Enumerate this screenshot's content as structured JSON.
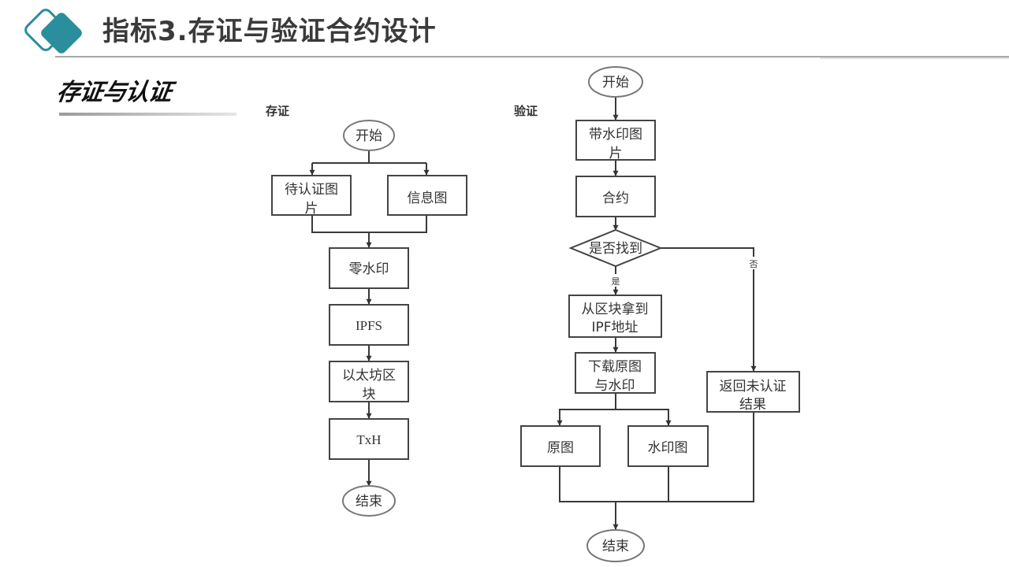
{
  "header": {
    "title": "指标3.存证与验证合约设计",
    "accent_color": "#2a8e9c"
  },
  "section": {
    "title": "存证与认证"
  },
  "diagrams": {
    "deposit": {
      "label": "存证",
      "nodes": {
        "start": "开始",
        "pending_image": "待认证图片",
        "info_image": "信息图",
        "zero_watermark": "零水印",
        "ipfs": "IPFS",
        "ethereum_block": "以太坊区块",
        "txh": "TxH",
        "end": "结束"
      }
    },
    "verify": {
      "label": "验证",
      "nodes": {
        "start": "开始",
        "watermarked_image": "带水印图片",
        "contract": "合约",
        "found_decision": "是否找到",
        "get_ipfs_address": "从区块拿到IPF地址",
        "download": "下载原图与水印",
        "original_image": "原图",
        "watermark_image": "水印图",
        "return_unverified": "返回未认证结果",
        "end": "结束"
      },
      "edge_labels": {
        "yes": "是",
        "no": "否"
      }
    }
  },
  "colors": {
    "line": "#3a3a3a",
    "ellipse_stroke": "#777777",
    "box_stroke": "#444444",
    "text": "#333333"
  }
}
